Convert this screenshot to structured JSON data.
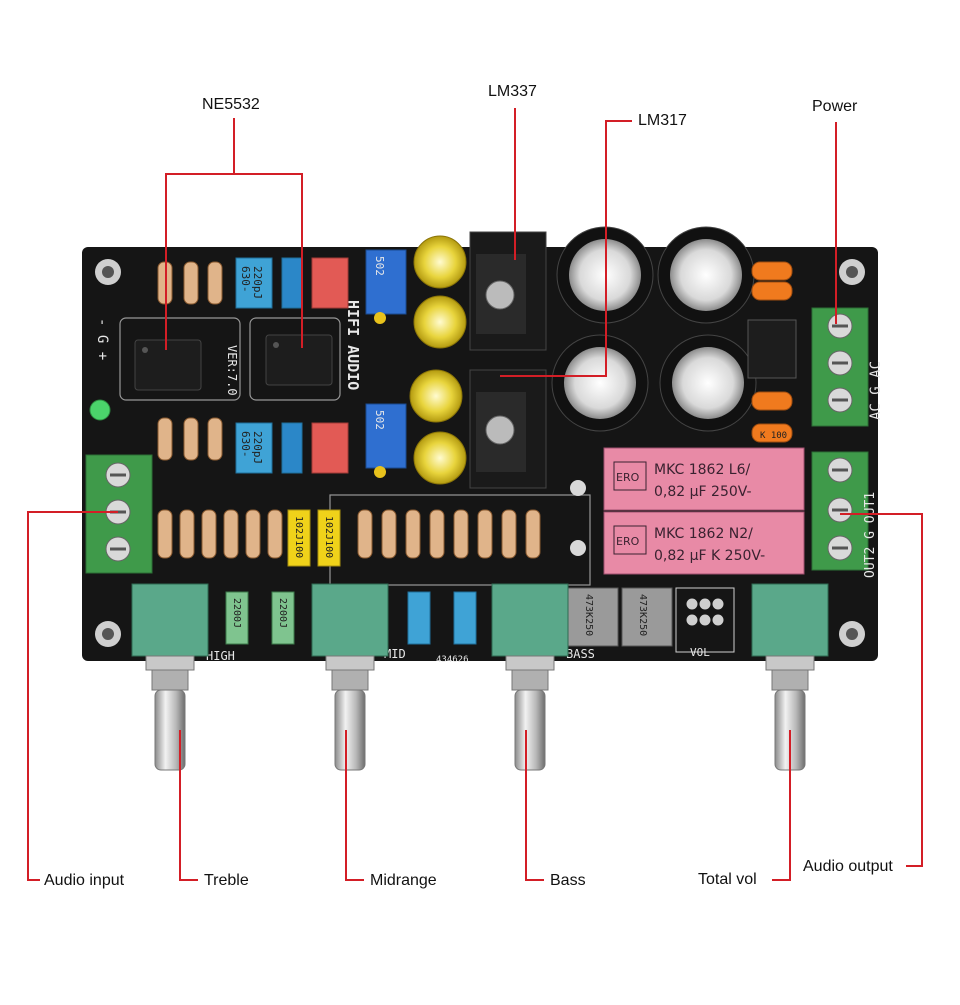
{
  "callouts": {
    "ne5532": "NE5532",
    "lm337": "LM337",
    "lm317": "LM317",
    "power": "Power",
    "audio_input": "Audio input",
    "treble": "Treble",
    "midrange": "Midrange",
    "bass": "Bass",
    "total_vol": "Total vol",
    "audio_output": "Audio output"
  },
  "board": {
    "name": "HIFI AUDIO",
    "version": "VER:7.0",
    "label_high": "HIGH",
    "label_mid": "MID",
    "label_bass": "BASS",
    "label_vol": "VOL",
    "label_pcb_code": "434626",
    "power_terminal_label": "AC G AC",
    "output_terminal_label": "OUT2 G OUT1",
    "input_side_label": "- G +",
    "cap_220pj": "220pJ",
    "cap_630": "630-",
    "cap_102j100": "102J100",
    "cap_2200j": "2200J",
    "cap_473k250": "473K250",
    "trimmer_code": "502",
    "film_cap_top_line1": "MKC 1862 L6/",
    "film_cap_top_line2": "0,82 µF 250V-",
    "film_cap_bottom_line1": "MKC 1862 N2/",
    "film_cap_bottom_line2": "0,82 µF K 250V-",
    "film_cap_brand": "ERO",
    "small_cap_100": "K 100"
  },
  "colors": {
    "callout_line": "#d31e26",
    "pcb": "#151515",
    "silkscreen": "#e8e8e8",
    "terminal_green": "#3f9a4a",
    "film_cap_pink": "#e88aa6",
    "knob_green": "#5aa88a"
  }
}
